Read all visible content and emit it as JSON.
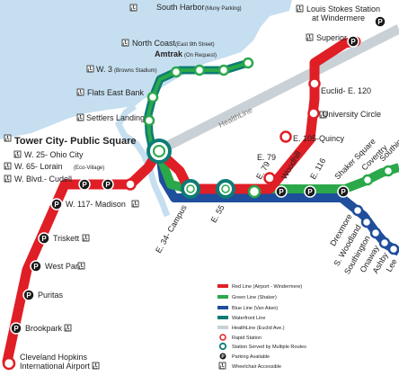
{
  "colors": {
    "water": "#c6dff0",
    "red": "#e01e26",
    "green": "#2aa84a",
    "blue": "#1f4e9c",
    "waterfront": "#0d7c75",
    "healthline": "#c9d1d6",
    "parking_bg": "#1a1a1a"
  },
  "icons": {
    "wheelchair": "accessible-icon",
    "parking": "parking-icon"
  },
  "healthline_label": "HealthLine",
  "stations": {
    "louis_stokes_1": "Louis Stokes Station",
    "louis_stokes_2": "at Windermere",
    "superior": "Superior",
    "euclid_e120": "Euclid- E. 120",
    "university_circle": "University Circle",
    "e105_quincy": "E. 105-Quincy",
    "e79_red": "E. 79",
    "e79_green": "E. 79",
    "woodhill": "Woodhill",
    "e116": "E. 116",
    "shaker_square": "Shaker Square",
    "coventry": "Coventry",
    "southington_green": "Southin",
    "drexmore": "Drexmore",
    "s_woodland": "S. Woodland",
    "southington_blue": "Southington",
    "onaway": "Onaway",
    "ashby": "Ashby",
    "lee": "Lee",
    "e55": "E. 55",
    "e34_campus": "E. 34- Campus",
    "south_harbor": "South Harbor",
    "south_harbor_note": "(Muny Parking)",
    "north_coast": "North Coast",
    "north_coast_note": "(East 9th Street)",
    "amtrak": "Amtrak",
    "amtrak_note": "(On Request)",
    "w3": "W. 3",
    "w3_note": "(Browns Stadium)",
    "flats_east_bank": "Flats East Bank",
    "settlers_landing": "Settlers Landing",
    "tower_city": "Tower City- Public Square",
    "w25_ohio_city": "W. 25- Ohio City",
    "w65_lorain": "W. 65- Lorain",
    "w65_note": "(Eco-Village)",
    "w_blvd_cudell": "W. Blvd.- Cudell",
    "w117_madison": "W. 117- Madison",
    "triskett": "Triskett",
    "west_park": "West Park",
    "puritas": "Puritas",
    "brookpark": "Brookpark",
    "airport_1": "Cleveland Hopkins",
    "airport_2": "International Airport"
  },
  "legend": {
    "red": "Red Line (Airport - Windermere)",
    "green": "Green Line (Shaker)",
    "blue": "Blue Line (Van Aken)",
    "waterfront": "Waterfront Line",
    "healthline": "HealthLine (Euclid Ave.)",
    "rapid_station": "Rapid Station",
    "multi_station": "Station Served by Multiple Routes",
    "parking": "Parking Available",
    "accessible": "Wheelchair Accessible",
    "parking_glyph": "P"
  }
}
